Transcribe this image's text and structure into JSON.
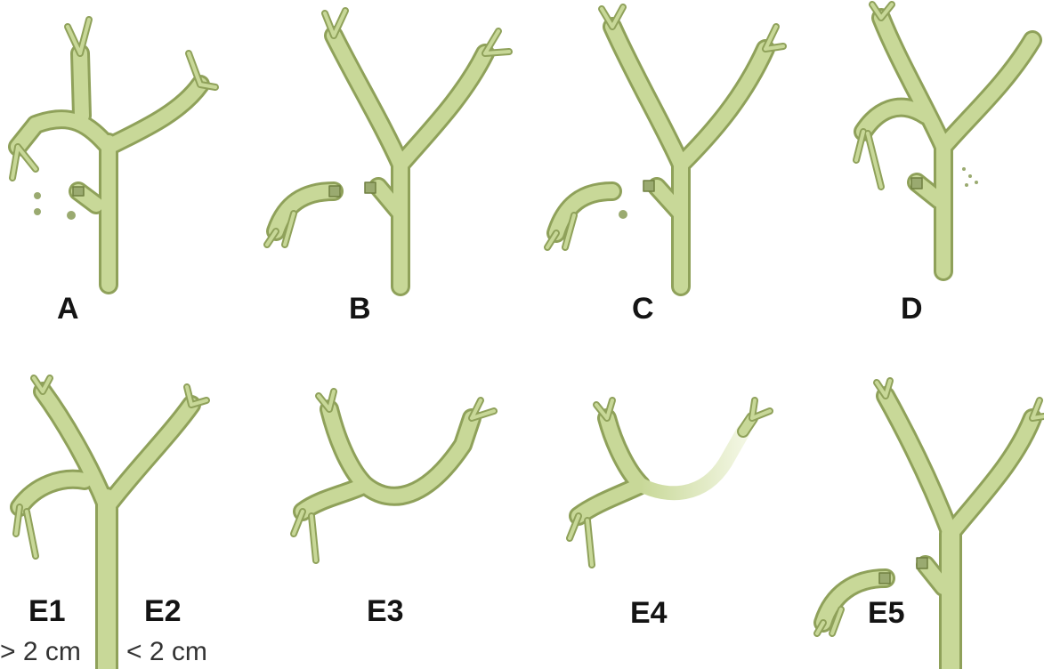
{
  "colors": {
    "duct_fill": "#c8d898",
    "duct_stroke": "#8fa15a",
    "clip_fill": "#9aaa70",
    "label": "#141414"
  },
  "panels": [
    {
      "id": "A",
      "label": "A"
    },
    {
      "id": "B",
      "label": "B"
    },
    {
      "id": "C",
      "label": "C"
    },
    {
      "id": "D",
      "label": "D"
    },
    {
      "id": "E1",
      "label": "E1"
    },
    {
      "id": "E2",
      "label": "E2"
    },
    {
      "id": "E3",
      "label": "E3"
    },
    {
      "id": "E4",
      "label": "E4"
    },
    {
      "id": "E5",
      "label": "E5"
    }
  ],
  "e1_measure": "> 2 cm",
  "e2_measure": "< 2 cm"
}
